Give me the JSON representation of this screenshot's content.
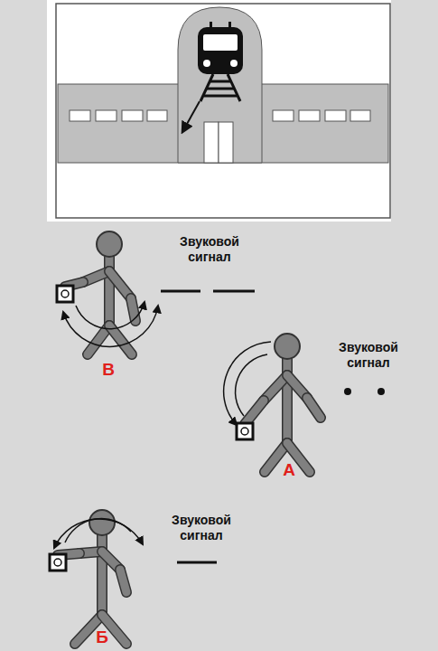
{
  "diagram": {
    "labels": [
      "Звуковой сигнал",
      "В",
      "Звуковой сигнал",
      "А",
      "Звуковой сигнал",
      "Б"
    ]
  }
}
